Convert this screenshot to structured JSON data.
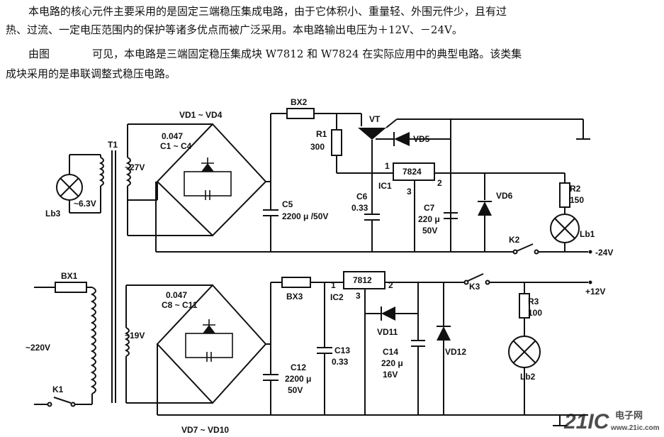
{
  "text": {
    "p1_line1": "本电路的核心元件主要采用的是固定三端稳压集成电路，由于它体积小、重量轻、外围元件少，且有过",
    "p1_line2": "热、过流、一定电压范围内的保护等诸多优点而被广泛采用。本电路输出电压为＋12V、－24V。",
    "p2_line1": "由图　　　　可见，本电路是三端固定稳压集成块 W7812 和 W7824 在实际应用中的典型电路。该类集",
    "p2_line2": "成块采用的是串联调整式稳压电路。"
  },
  "labels": {
    "vd1_vd4": "VD1 ~ VD4",
    "t1": "T1",
    "c1c4_val": "0.047",
    "c1c4": "C1 ~ C4",
    "v27": "~27V",
    "lb3": "Lb3",
    "v63": "~6.3V",
    "bx2": "BX2",
    "r1": "R1",
    "r1_val": "300",
    "vt": "VT",
    "vd5": "VD5",
    "ic1_chip": "7824",
    "pin1a": "1",
    "pin2a": "2",
    "pin3a": "3",
    "ic1": "IC1",
    "c5": "C5",
    "c5_val": "2200 μ /50V",
    "c6": "C6",
    "c6_val": "0.33",
    "c7": "C7",
    "c7_val1": "220 μ",
    "c7_val2": "50V",
    "vd6": "VD6",
    "r2": "R2",
    "r2_val": "150",
    "lb1": "Lb1",
    "k2": "K2",
    "out_neg": "-24V",
    "bx1": "BX1",
    "v220": "~220V",
    "k1": "K1",
    "c8c11_val": "0.047",
    "c8c11": "C8 ~ C11",
    "v19": "~19V",
    "bx3": "BX3",
    "ic2_chip": "7812",
    "pin1b": "1",
    "pin2b": "2",
    "pin3b": "3",
    "ic2": "IC2",
    "vd11": "VD11",
    "c13": "C13",
    "c13_val": "0.33",
    "c12": "C12",
    "c12_val1": "2200 μ",
    "c12_val2": "50V",
    "c14": "C14",
    "c14_val1": "220 μ",
    "c14_val2": "16V",
    "vd12": "VD12",
    "k3": "K3",
    "out_pos": "+12V",
    "r3": "R3",
    "r3_val": "100",
    "lb2": "Lb2",
    "vd7_vd10": "VD7 ~ VD10"
  },
  "watermark": {
    "logo": "21IC",
    "cn": "电子网",
    "url": "www.21ic.com"
  },
  "colors": {
    "watermark_blue": "#6d8fc7",
    "ink": "#111111"
  }
}
